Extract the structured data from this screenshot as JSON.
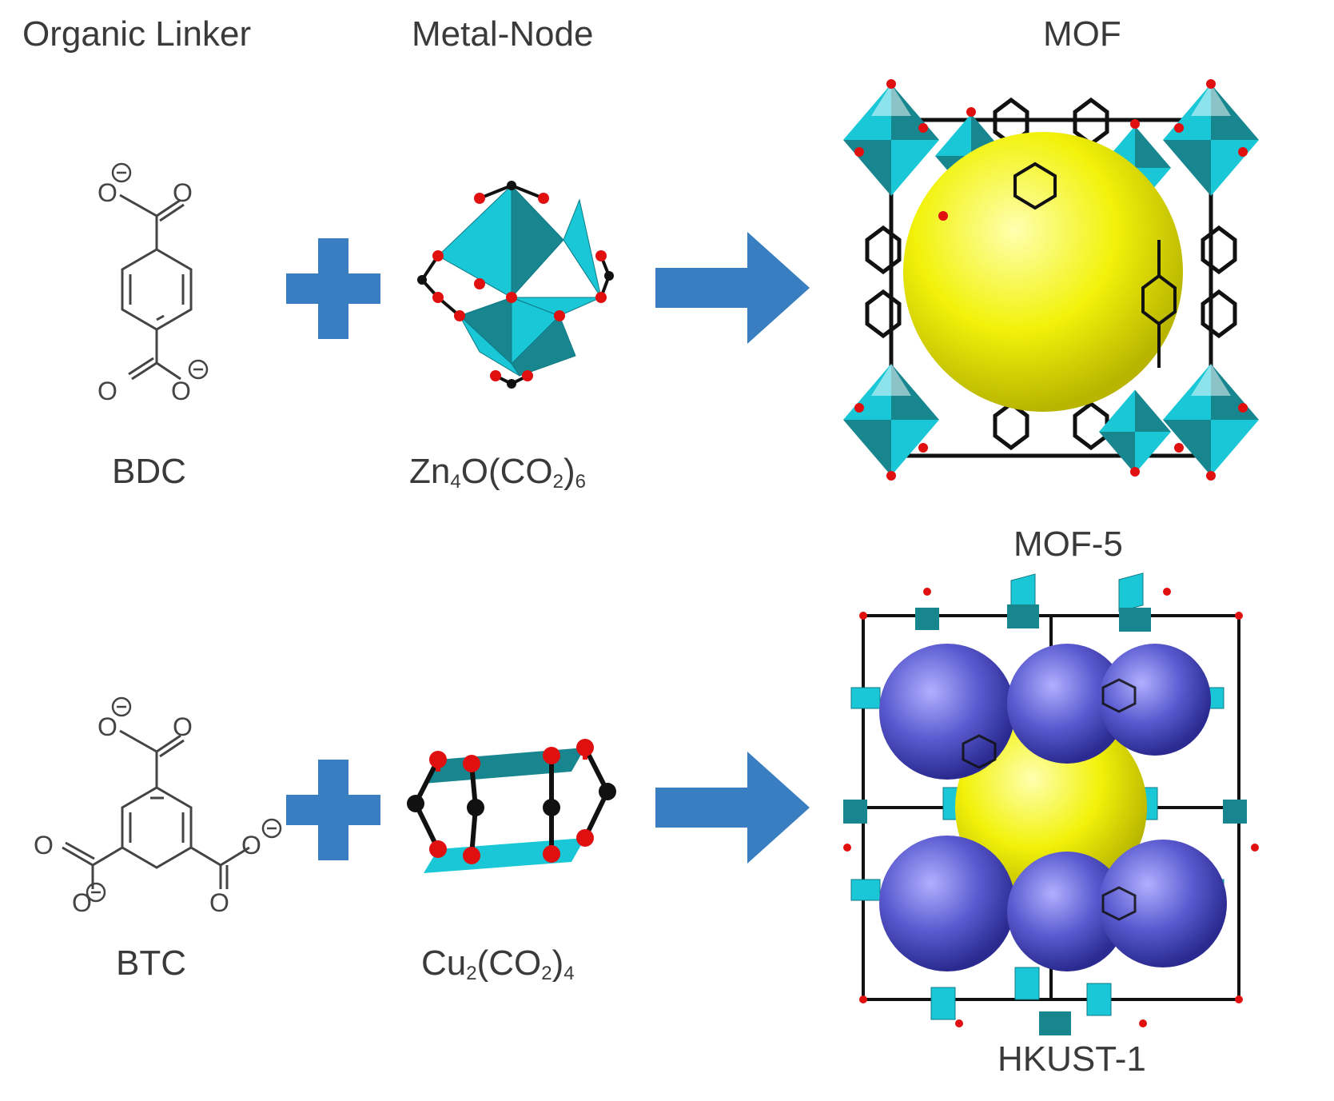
{
  "headers": {
    "linker": "Organic Linker",
    "node": "Metal-Node",
    "mof": "MOF"
  },
  "rows": [
    {
      "linker_name": "BDC",
      "node_formula": {
        "a": "Zn",
        "a_sub": "4",
        "b": "O(CO",
        "b_sub": "2",
        "c": ")",
        "c_sub": "6"
      },
      "mof_name": "MOF-5"
    },
    {
      "linker_name": "BTC",
      "node_formula": {
        "a": "Cu",
        "a_sub": "2",
        "b": "(CO",
        "b_sub": "2",
        "c": ")",
        "c_sub": "4"
      },
      "mof_name": "HKUST-1"
    }
  ],
  "atom_labels": {
    "O": "O",
    "charge": "−"
  },
  "colors": {
    "arrow_blue": "#3a7ec2",
    "polyhedron_cyan": "#19c7d6",
    "polyhedron_teal": "#17868f",
    "pore_yellow": "#f2f20a",
    "pore_blue": "#5a5ad0",
    "oxygen_red": "#e01010",
    "carbon_black": "#111111"
  }
}
